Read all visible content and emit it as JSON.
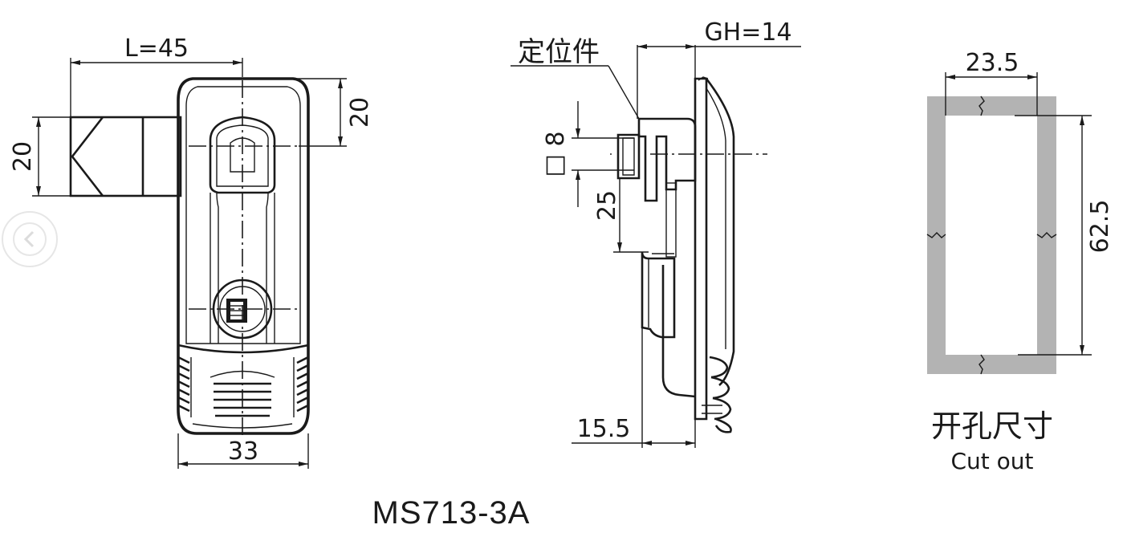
{
  "front_view": {
    "length_label": "L=45",
    "body_width_label": "33",
    "tongue_height_label": "20",
    "handle_offset_label": "20"
  },
  "side_view": {
    "positioning_part_label": "定位件",
    "grip_height_label": "GH=14",
    "square_symbol": "□",
    "square_size_label": "8",
    "spindle_length_label": "25",
    "depth_label": "15.5"
  },
  "cutout": {
    "width_label": "23.5",
    "height_label": "62.5",
    "title_cn": "开孔尺寸",
    "title_en": "Cut out",
    "fill_color": "#b3b3b3"
  },
  "model_number": "MS713-3A",
  "nav": {
    "prev_icon": "chevron-left-icon"
  }
}
